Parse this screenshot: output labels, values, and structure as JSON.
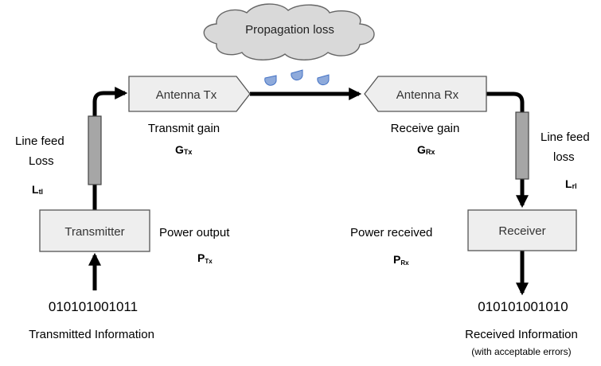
{
  "cloud": {
    "label": "Propagation loss"
  },
  "antenna_tx": {
    "label": "Antenna Tx"
  },
  "antenna_rx": {
    "label": "Antenna Rx"
  },
  "transmitter": {
    "label": "Transmitter"
  },
  "receiver": {
    "label": "Receiver"
  },
  "transmit_gain": {
    "label": "Transmit gain",
    "symbol": "G",
    "subscript": "Tx"
  },
  "receive_gain": {
    "label": "Receive gain",
    "symbol": "G",
    "subscript": "Rx"
  },
  "tx_line_loss": {
    "line1": "Line feed",
    "line2": "Loss",
    "symbol": "L",
    "subscript": "tl"
  },
  "rx_line_loss": {
    "line1": "Line feed",
    "line2": "loss",
    "symbol": "L",
    "subscript": "rl"
  },
  "power_output": {
    "label": "Power output",
    "symbol": "P",
    "subscript": "Tx"
  },
  "power_received": {
    "label": "Power received",
    "symbol": "P",
    "subscript": "Rx"
  },
  "tx_bits": "010101001011",
  "rx_bits": "010101001010",
  "tx_info": {
    "label": "Transmitted Information"
  },
  "rx_info": {
    "label": "Received Information",
    "note": "(with acceptable errors)"
  },
  "colors": {
    "box_fill": "#eeeeee",
    "box_stroke": "#555555",
    "cloud_fill": "#d9d9d9",
    "feed_fill": "#a6a6a6",
    "drop_fill": "#8eaadb",
    "drop_stroke": "#4472c4",
    "wire": "#000000"
  }
}
